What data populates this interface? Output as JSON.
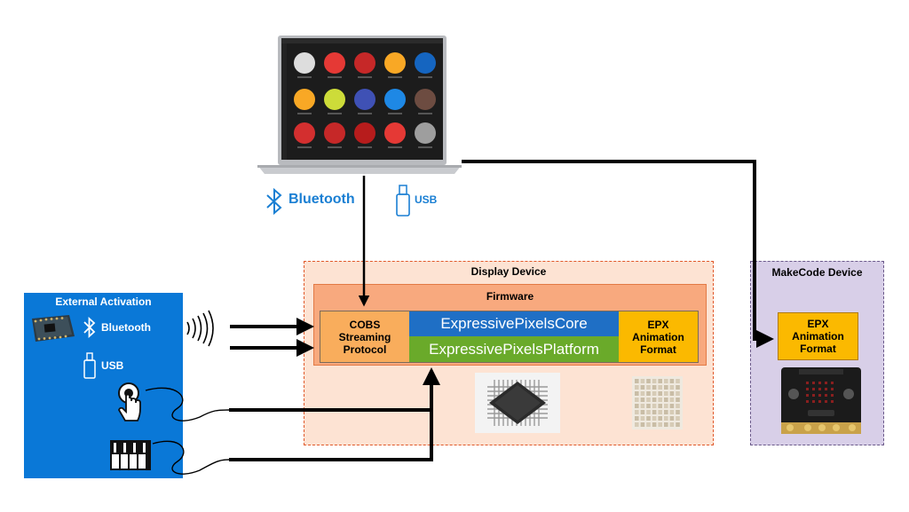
{
  "laptop": {
    "connections": {
      "bluetooth_label": "Bluetooth",
      "usb_label": "USB"
    }
  },
  "display_device": {
    "title": "Display Device",
    "firmware": {
      "title": "Firmware",
      "cobs": "COBS Streaming Protocol",
      "core": "ExpressivePixelsCore",
      "platform": "ExpressivePixelsPlatform",
      "epx": "EPX Animation Format"
    }
  },
  "makecode_device": {
    "title": "MakeCode Device",
    "epx": "EPX Animation Format"
  },
  "external_activation": {
    "title": "External Activation",
    "bluetooth_label": "Bluetooth",
    "usb_label": "USB"
  },
  "colors": {
    "display_bg": "#fde3d3",
    "firmware_bg": "#f8a97e",
    "cobs": "#f9ad5c",
    "core": "#1f6fc5",
    "platform": "#6aaa2a",
    "epx": "#fbb900",
    "makecode_bg": "#d8cfe8",
    "external_bg": "#0a78d7",
    "bluetooth_blue": "#1a7fd3"
  },
  "icons": [
    "bluetooth-icon",
    "usb-icon",
    "signal-waves-icon",
    "touch-button-icon",
    "piano-keys-icon",
    "microcontroller-chip",
    "led-matrix",
    "laptop",
    "microbit-board",
    "dev-board"
  ]
}
